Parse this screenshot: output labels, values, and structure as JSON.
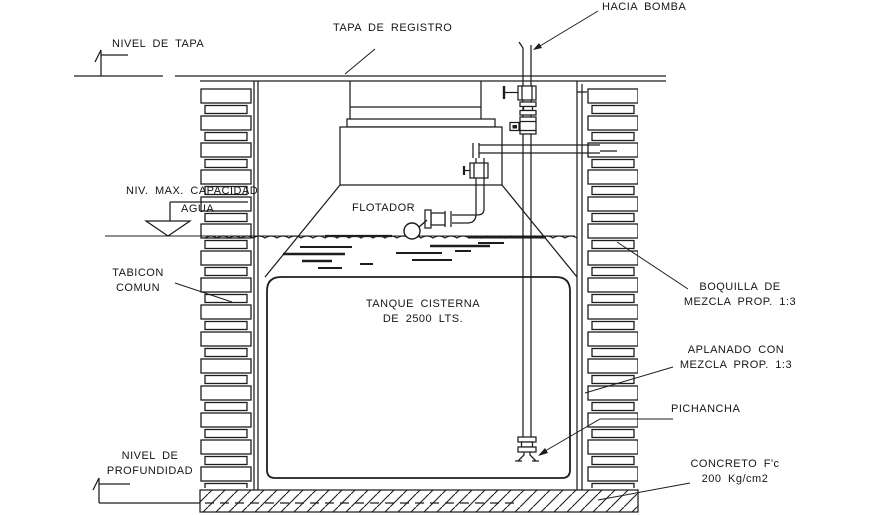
{
  "title": "Cistern tank section detail drawing",
  "labels": {
    "nivel_de_tapa": "NIVEL DE TAPA",
    "tapa_de_registro": "TAPA DE REGISTRO",
    "hacia_bomba": "HACIA BOMBA",
    "niv_max_capacidad": "NIV. MAX. CAPACIDAD",
    "agua": "AGUA",
    "flotador": "FLOTADOR",
    "tabicon": {
      "line1": "TABICON",
      "line2": "COMUN"
    },
    "tanque": {
      "line1": "TANQUE CISTERNA",
      "line2": "DE 2500 LTS."
    },
    "boquilla": {
      "line1": "BOQUILLA DE",
      "line2": "MEZCLA PROP. 1:3"
    },
    "aplanado": {
      "line1": "APLANADO CON",
      "line2": "MEZCLA PROP. 1:3"
    },
    "pichancha": "PICHANCHA",
    "concreto": {
      "line1": "CONCRETO F'c",
      "line2": "200 Kg/cm2"
    },
    "nivel_profundidad": {
      "line1": "NIVEL DE",
      "line2": "PROFUNDIDAD"
    }
  },
  "colors": {
    "line": "#1d1d1d",
    "background": "#ffffff"
  }
}
